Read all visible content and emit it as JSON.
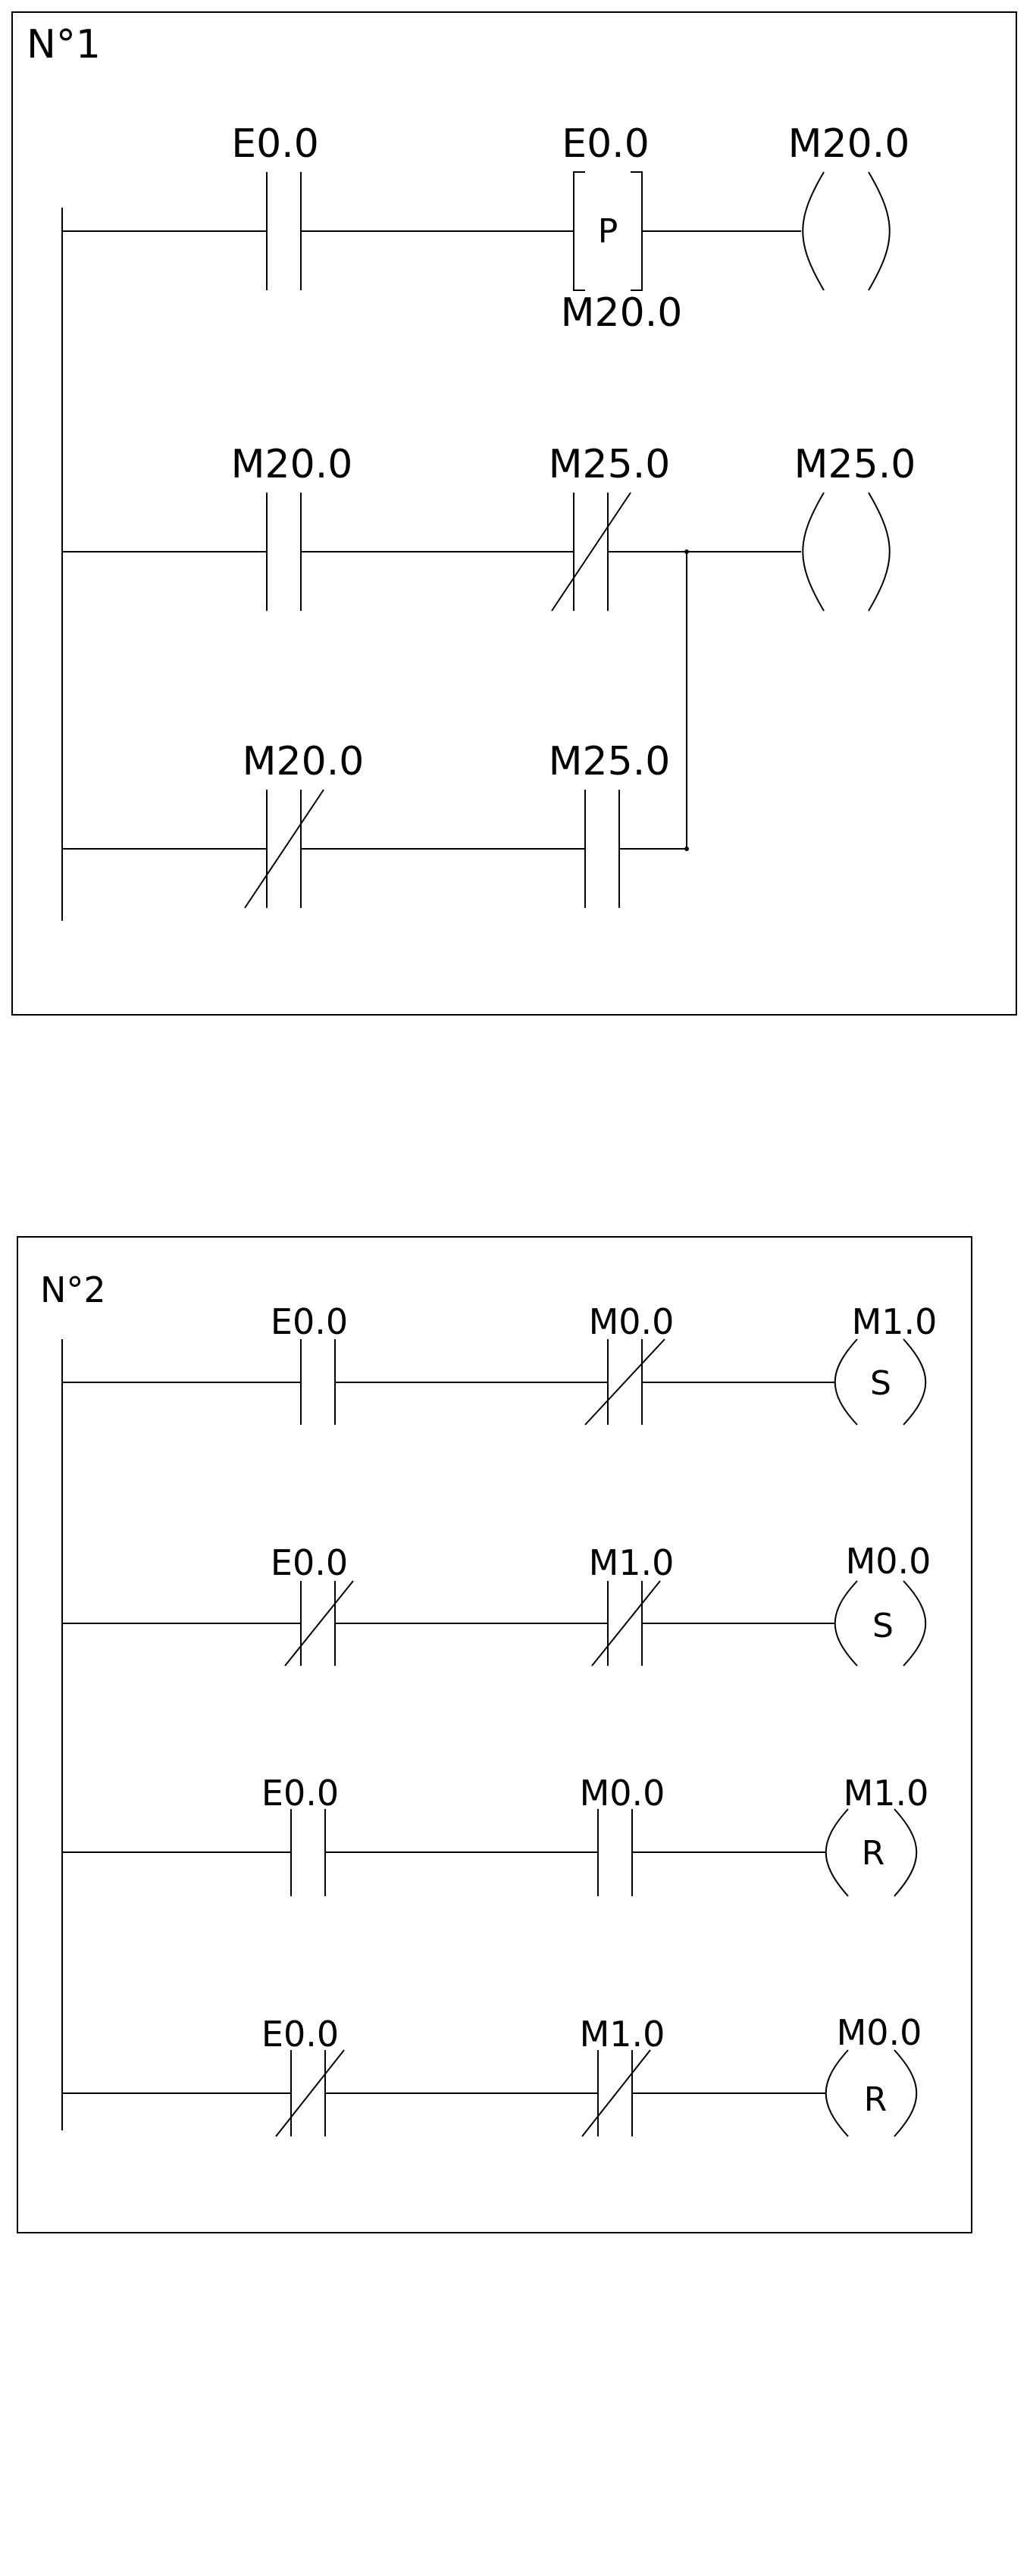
{
  "diagram1": {
    "title": "N°1",
    "rungs": [
      {
        "contact1": "E0.0",
        "contact2": "E0.0",
        "contact2_type": "P",
        "contact2_below": "M20.0",
        "coil": "M20.0"
      },
      {
        "contact1": "M20.0",
        "contact2": "M25.0",
        "coil": "M25.0"
      },
      {
        "contact1": "M20.0",
        "contact2": "M25.0"
      }
    ]
  },
  "diagram2": {
    "title": "N°2",
    "rungs": [
      {
        "contact1": "E0.0",
        "contact2": "M0.0",
        "coil": "M1.0",
        "coil_type": "S"
      },
      {
        "contact1": "E0.0",
        "contact2": "M1.0",
        "coil": "M0.0",
        "coil_type": "S"
      },
      {
        "contact1": "E0.0",
        "contact2": "M0.0",
        "coil": "M1.0",
        "coil_type": "R"
      },
      {
        "contact1": "E0.0",
        "contact2": "M1.0",
        "coil": "M0.0",
        "coil_type": "R"
      }
    ]
  }
}
